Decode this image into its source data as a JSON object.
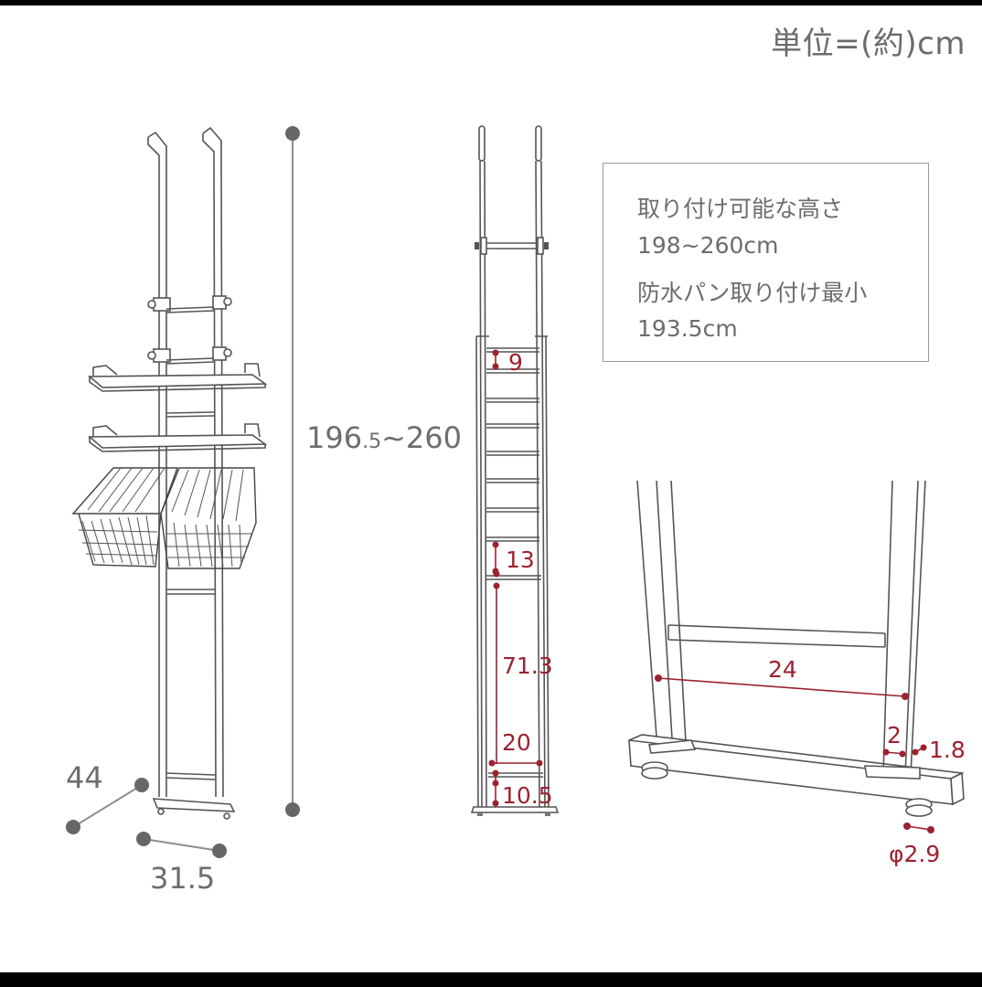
{
  "unit_label": "単位=(約)cm",
  "note_box": {
    "line1": "取り付け可能な高さ",
    "line2": "198~260cm",
    "line3": "防水パン取り付け最小",
    "line4": "193.5cm"
  },
  "overall_view": {
    "height_label_main": "196",
    "height_label_decimal": ".5",
    "height_label_tail": "~260",
    "depth_label": "44",
    "width_label": "31.5"
  },
  "side_view": {
    "rung_gap_top": "9",
    "rung_gap_lower": "13",
    "lower_span": "71.3",
    "frame_width": "20",
    "bottom_gap": "10.5"
  },
  "base_detail": {
    "inner_width": "24",
    "pole_width": "2",
    "pole_depth": "1.8",
    "foot_diameter": "φ2.9"
  },
  "colors": {
    "gray_dimension": "#6d6d6d",
    "red_dimension": "#9c2230",
    "line_art": "#555555",
    "background": "#ffffff",
    "frame": "#000000"
  }
}
